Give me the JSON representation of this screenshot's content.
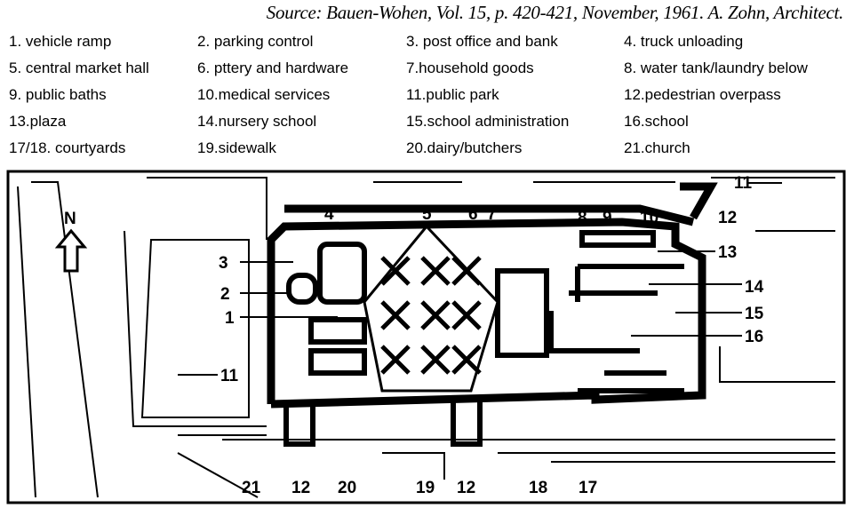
{
  "source": "Source: Bauen-Wohen, Vol. 15, p. 420-421, November, 1961. A. Zohn, Architect.",
  "legend": [
    "1. vehicle ramp",
    "2. parking control",
    "3. post office and bank",
    "4. truck unloading",
    "5. central market hall",
    "6. pttery and hardware",
    "7.household goods",
    "8. water tank/laundry below",
    "9. public baths",
    "10.medical services",
    "11.public park",
    "12.pedestrian overpass",
    "13.plaza",
    "14.nursery school",
    "15.school administration",
    "16.school",
    "17/18. courtyards",
    "19.sidewalk",
    "20.dairy/butchers",
    "21.church"
  ],
  "map": {
    "north": "N",
    "labels": [
      "4",
      "5",
      "6",
      "7",
      "8",
      "9",
      "10",
      "11",
      "12",
      "13",
      "3",
      "14",
      "2",
      "15",
      "1",
      "16",
      "11",
      "21",
      "12",
      "20",
      "19",
      "12",
      "18",
      "17"
    ]
  }
}
